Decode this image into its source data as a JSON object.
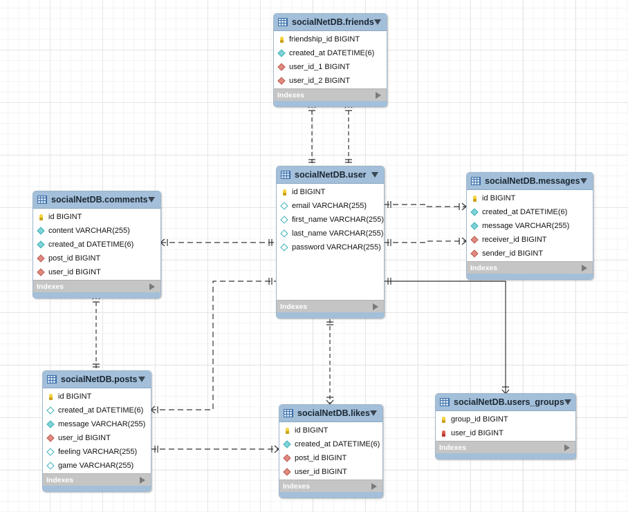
{
  "tables": {
    "friends": {
      "title": "socialNetDB.friends",
      "columns": [
        {
          "name": "friendship_id BIGINT",
          "icon": "primary-key-icon"
        },
        {
          "name": "created_at DATETIME(6)",
          "icon": "attribute-icon"
        },
        {
          "name": "user_id_1 BIGINT",
          "icon": "foreign-key-icon"
        },
        {
          "name": "user_id_2 BIGINT",
          "icon": "foreign-key-icon"
        }
      ],
      "indexes_label": "Indexes"
    },
    "user": {
      "title": "socialNetDB.user",
      "columns": [
        {
          "name": "id BIGINT",
          "icon": "primary-key-icon"
        },
        {
          "name": "email VARCHAR(255)",
          "icon": "nullable-attribute-icon"
        },
        {
          "name": "first_name VARCHAR(255)",
          "icon": "nullable-attribute-icon"
        },
        {
          "name": "last_name VARCHAR(255)",
          "icon": "nullable-attribute-icon"
        },
        {
          "name": "password VARCHAR(255)",
          "icon": "nullable-attribute-icon"
        }
      ],
      "indexes_label": "Indexes"
    },
    "messages": {
      "title": "socialNetDB.messages",
      "columns": [
        {
          "name": "id BIGINT",
          "icon": "primary-key-icon"
        },
        {
          "name": "created_at DATETIME(6)",
          "icon": "attribute-icon"
        },
        {
          "name": "message VARCHAR(255)",
          "icon": "attribute-icon"
        },
        {
          "name": "receiver_id BIGINT",
          "icon": "foreign-key-icon"
        },
        {
          "name": "sender_id BIGINT",
          "icon": "foreign-key-icon"
        }
      ],
      "indexes_label": "Indexes"
    },
    "comments": {
      "title": "socialNetDB.comments",
      "columns": [
        {
          "name": "id BIGINT",
          "icon": "primary-key-icon"
        },
        {
          "name": "content VARCHAR(255)",
          "icon": "attribute-icon"
        },
        {
          "name": "created_at DATETIME(6)",
          "icon": "attribute-icon"
        },
        {
          "name": "post_id BIGINT",
          "icon": "foreign-key-icon"
        },
        {
          "name": "user_id BIGINT",
          "icon": "foreign-key-icon"
        }
      ],
      "indexes_label": "Indexes"
    },
    "posts": {
      "title": "socialNetDB.posts",
      "columns": [
        {
          "name": "id BIGINT",
          "icon": "primary-key-icon"
        },
        {
          "name": "created_at DATETIME(6)",
          "icon": "nullable-attribute-icon"
        },
        {
          "name": "message VARCHAR(255)",
          "icon": "attribute-icon"
        },
        {
          "name": "user_id BIGINT",
          "icon": "foreign-key-icon"
        },
        {
          "name": "feeling VARCHAR(255)",
          "icon": "nullable-attribute-icon"
        },
        {
          "name": "game VARCHAR(255)",
          "icon": "nullable-attribute-icon"
        }
      ],
      "indexes_label": "Indexes"
    },
    "likes": {
      "title": "socialNetDB.likes",
      "columns": [
        {
          "name": "id BIGINT",
          "icon": "primary-key-icon"
        },
        {
          "name": "created_at DATETIME(6)",
          "icon": "attribute-icon"
        },
        {
          "name": "post_id BIGINT",
          "icon": "foreign-key-icon"
        },
        {
          "name": "user_id BIGINT",
          "icon": "foreign-key-icon"
        }
      ],
      "indexes_label": "Indexes"
    },
    "users_groups": {
      "title": "socialNetDB.users_groups",
      "columns": [
        {
          "name": "group_id BIGINT",
          "icon": "primary-key-icon"
        },
        {
          "name": "user_id BIGINT",
          "icon": "foreign-primary-key-icon"
        }
      ],
      "indexes_label": "Indexes"
    }
  },
  "colors": {
    "header": "#a3bfd9",
    "indexes_bar": "#c5c5c5",
    "relationship_line": "#333333"
  }
}
